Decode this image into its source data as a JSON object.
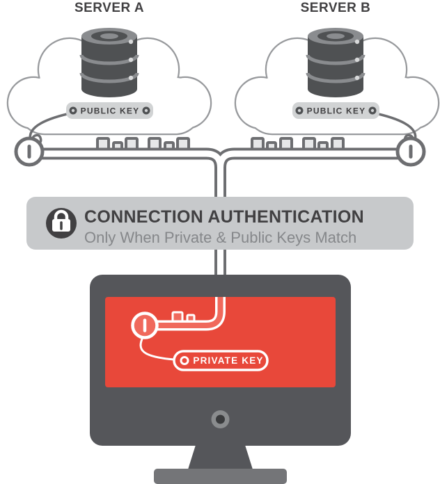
{
  "diagram": {
    "server_a": {
      "title": "SERVER A",
      "key_label": "PUBLIC KEY"
    },
    "server_b": {
      "title": "SERVER B",
      "key_label": "PUBLIC KEY"
    },
    "banner": {
      "title": "CONNECTION AUTHENTICATION",
      "subtitle": "Only When Private & Public Keys Match"
    },
    "monitor": {
      "key_label": "PRIVATE KEY"
    },
    "colors": {
      "cloud_outline": "#97999c",
      "key_gray": "#6d6e71",
      "pill_gray": "#d1d3d4",
      "tooth_fill": "#e6e7e8",
      "dark_text": "#414042",
      "banner_gray": "#c7c9cb",
      "subtitle_gray": "#85878a",
      "monitor_gray": "#55565a",
      "base_gray": "#747578",
      "screen_red": "#e8483a",
      "key_salmon": "#f0695c",
      "db_dark": "#4f5153",
      "db_mid": "#8a8c8f",
      "db_light": "#d8d9da",
      "white": "#ffffff"
    }
  }
}
